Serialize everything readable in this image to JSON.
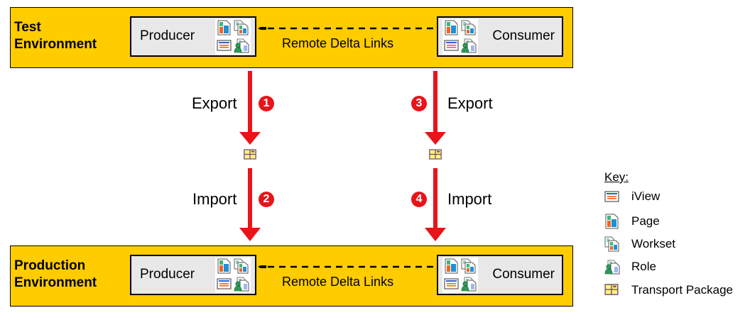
{
  "environments": [
    {
      "label_line1": "Test",
      "label_line2": "Environment",
      "producer_label": "Producer",
      "consumer_label": "Consumer",
      "link_label": "Remote Delta Links"
    },
    {
      "label_line1": "Production",
      "label_line2": "Environment",
      "producer_label": "Producer",
      "consumer_label": "Consumer",
      "link_label": "Remote Delta Links"
    }
  ],
  "flows": {
    "producer_export": {
      "label": "Export",
      "step": "1"
    },
    "producer_import": {
      "label": "Import",
      "step": "2"
    },
    "consumer_export": {
      "label": "Export",
      "step": "3"
    },
    "consumer_import": {
      "label": "Import",
      "step": "4"
    }
  },
  "key": {
    "title": "Key:",
    "items": [
      {
        "icon": "iview-icon",
        "label": "iView"
      },
      {
        "icon": "page-icon",
        "label": "Page"
      },
      {
        "icon": "workset-icon",
        "label": "Workset"
      },
      {
        "icon": "role-icon",
        "label": "Role"
      },
      {
        "icon": "transport-package-icon",
        "label": "Transport Package"
      }
    ]
  },
  "colors": {
    "environment_fill": "#FFCC00",
    "node_fill": "#E8E8E8",
    "arrow": "#E8141A",
    "badge": "#E8141A"
  }
}
